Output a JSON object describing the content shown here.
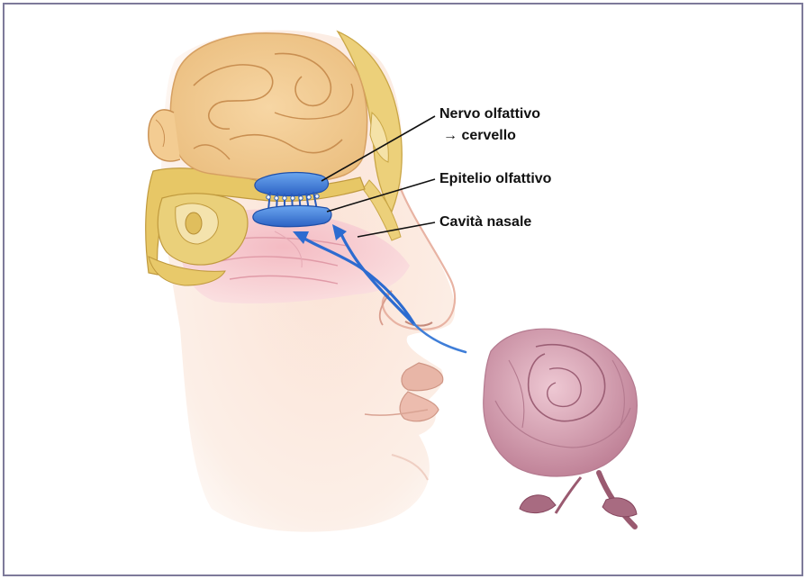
{
  "labels": {
    "nerve": "Nervo olfattivo",
    "nerve_sub": "→ cervello",
    "epithelium": "Epitelio olfattivo",
    "cavity": "Cavità nasale"
  },
  "colors": {
    "frame": "#7d7a9a",
    "brain": "#f3cf9a",
    "bone": "#e7c766",
    "skin": "#fbe8dc",
    "nasal_cavity": "#f6c3c8",
    "olfactory_blue": "#3f7ed8",
    "rose": "#d7a3b6",
    "stem": "#9a5a70"
  },
  "icons": {
    "brain": "brain-illustration",
    "skull": "skull-bone-illustration",
    "face": "face-profile-illustration",
    "rose": "rose-flower-illustration",
    "airflow": "airflow-arrow"
  }
}
